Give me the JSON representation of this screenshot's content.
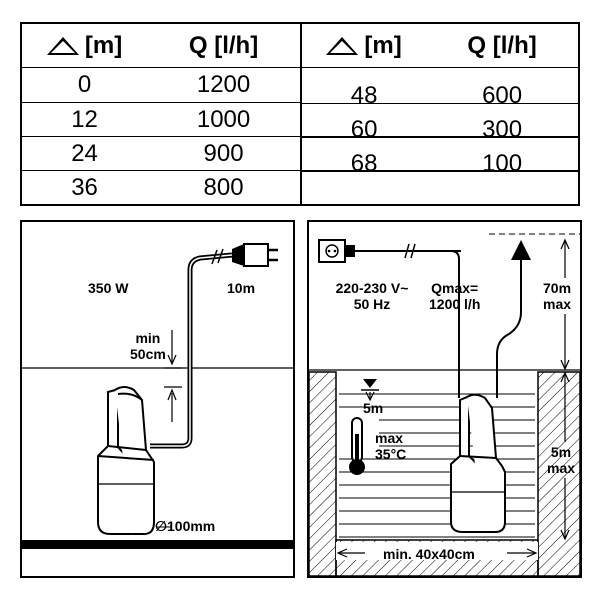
{
  "table": {
    "header_head": "[m]",
    "header_flow": "Q [l/h]",
    "left_rows": [
      {
        "head": "0",
        "flow": "1200"
      },
      {
        "head": "12",
        "flow": "1000"
      },
      {
        "head": "24",
        "flow": "900"
      },
      {
        "head": "36",
        "flow": "800"
      }
    ],
    "right_rows": [
      {
        "head": "48",
        "flow": "600"
      },
      {
        "head": "60",
        "flow": "300"
      },
      {
        "head": "68",
        "flow": "100"
      }
    ]
  },
  "left_panel": {
    "power": "350 W",
    "cable": "10m",
    "min_label": "min",
    "min_value": "50cm",
    "diameter": "∅100mm"
  },
  "right_panel": {
    "voltage": "220-230 V~",
    "frequency": "50 Hz",
    "qmax_label": "Qmax=",
    "qmax_value": "1200 l/h",
    "lift_value": "70m",
    "lift_max": "max",
    "depth_top": "5m",
    "temp_max": "max",
    "temp_value": "35°C",
    "submerge_value": "5m",
    "submerge_max": "max",
    "well_size": "min. 40x40cm"
  }
}
